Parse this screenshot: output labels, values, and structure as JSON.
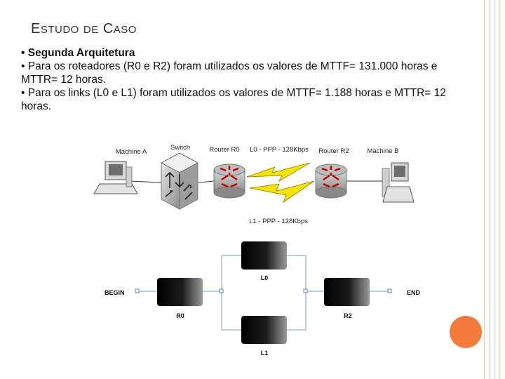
{
  "title": {
    "first_cap": "E",
    "first_rest": "STUDO",
    "second_word": "DE",
    "third_cap": "C",
    "third_rest": "ASO"
  },
  "bullets": [
    {
      "text": "• Segunda Arquitetura"
    },
    {
      "text": "• Para os roteadores (R0 e R2) foram utilizados os valores de MTTF= 131.000 horas e MTTR= 12 horas."
    },
    {
      "text": "• Para os links (L0 e L1) foram utilizados os valores de MTTF= 1.188 horas e MTTR= 12 horas."
    }
  ],
  "network": {
    "machine_a": "Machine A",
    "switch": "Switch",
    "router_r0": "Router R0",
    "link_l0": "L0 - PPP - 128Kbps",
    "router_r2": "Router R2",
    "machine_b": "Machine B",
    "link_l1": "L1 - PPP - 128Kbps"
  },
  "rbd": {
    "begin": "BEGIN",
    "end": "END",
    "r0": "R0",
    "r2": "R2",
    "l0": "L0",
    "l1": "L1"
  },
  "colors": {
    "accent": "#f47a3c",
    "rail": "#f2c8b4",
    "router_blue": "#555555",
    "link_yellow": "#f5e200"
  }
}
